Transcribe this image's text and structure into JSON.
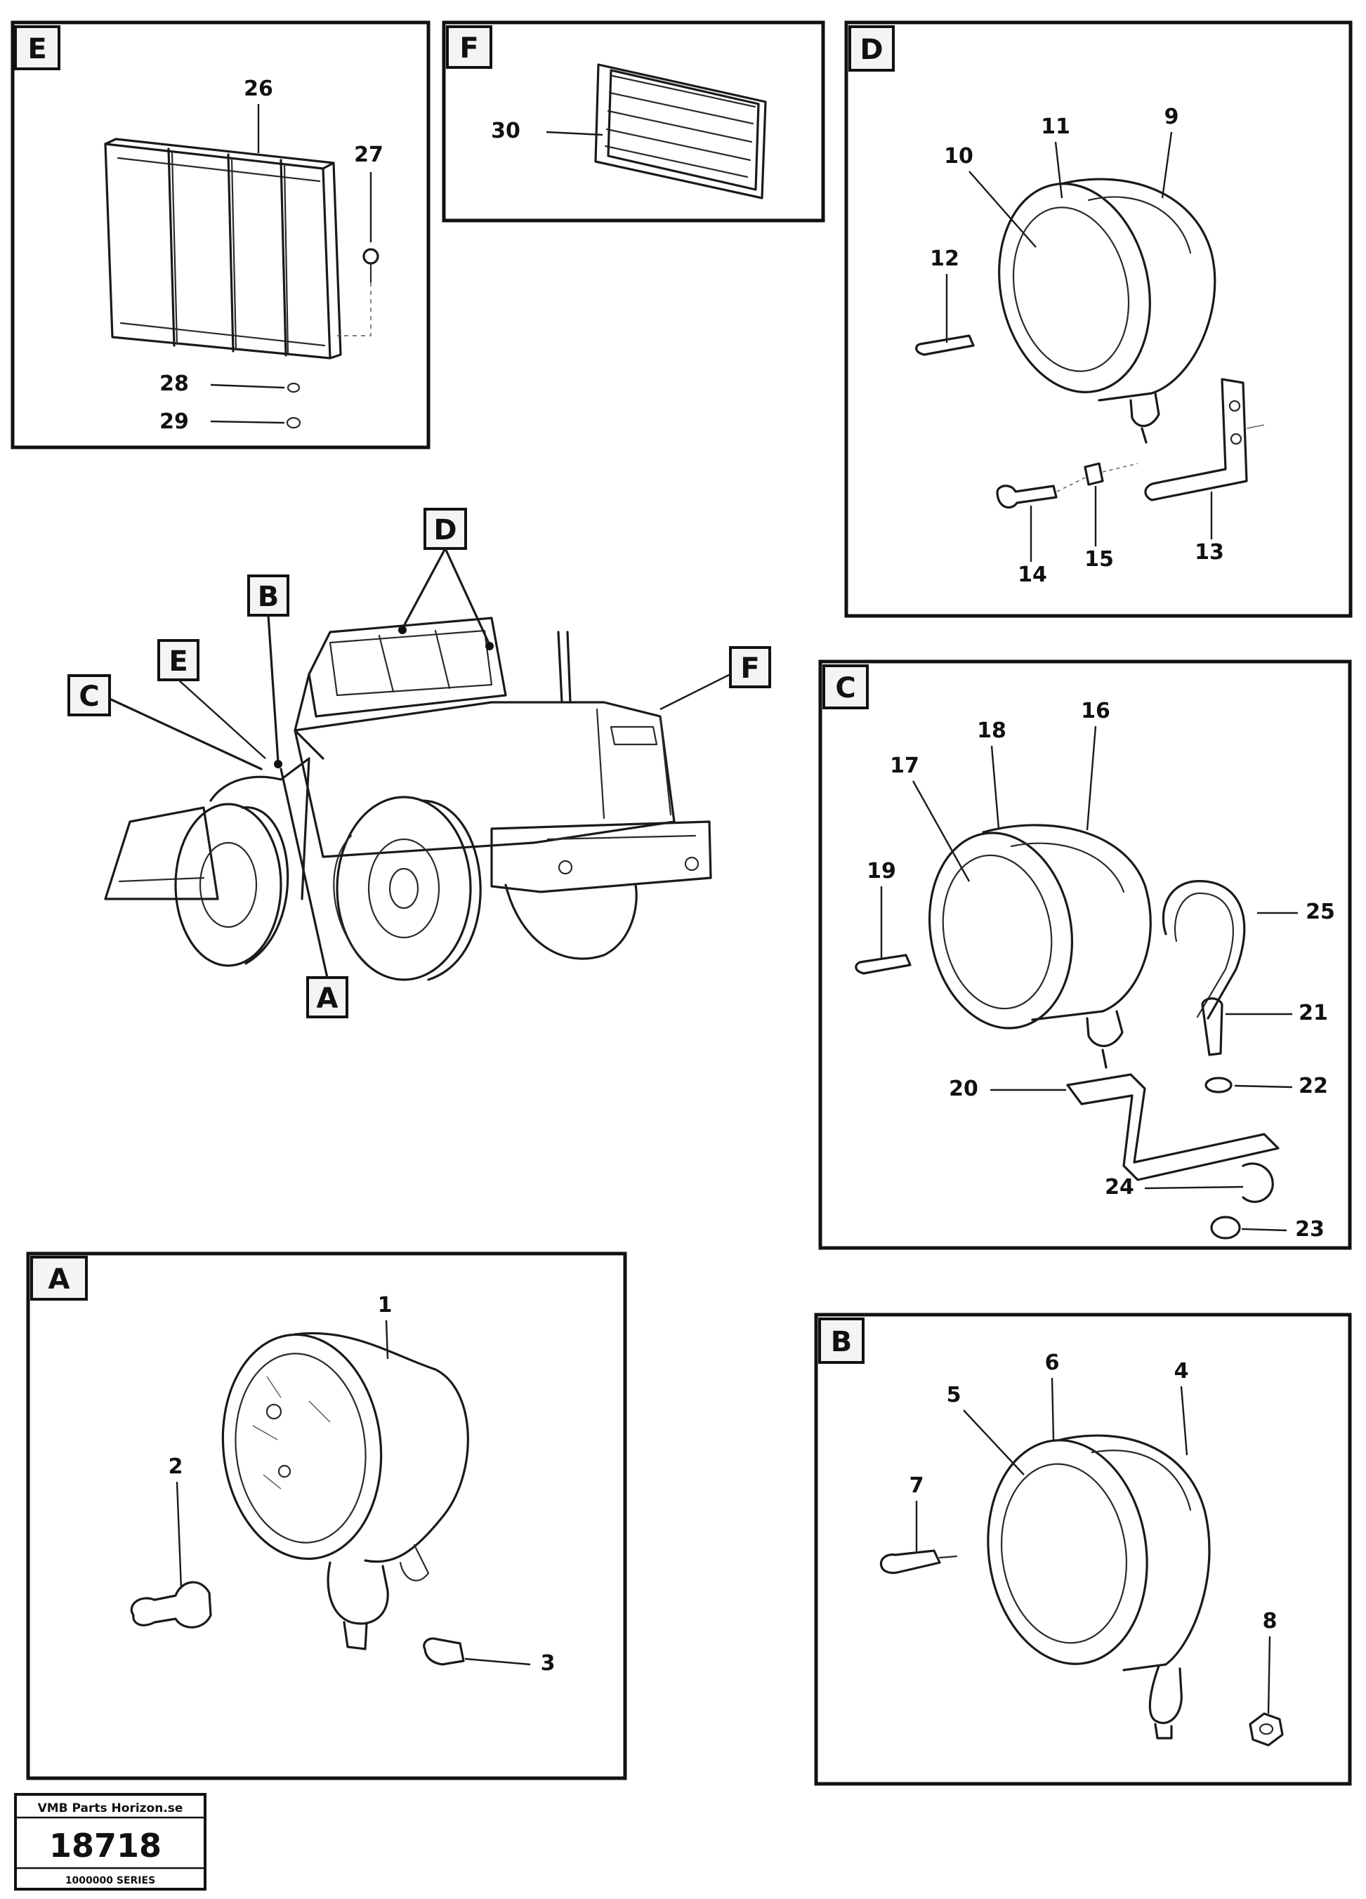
{
  "panels": [
    {
      "id": "E",
      "label": "E"
    },
    {
      "id": "F",
      "label": "F"
    },
    {
      "id": "D",
      "label": "D"
    },
    {
      "id": "C",
      "label": "C"
    },
    {
      "id": "A",
      "label": "A"
    },
    {
      "id": "B",
      "label": "B"
    }
  ],
  "overview_tags": {
    "D": "D",
    "B": "B",
    "E": "E",
    "C": "C",
    "F": "F",
    "A": "A"
  },
  "parts": {
    "p1": "1",
    "p2": "2",
    "p3": "3",
    "p4": "4",
    "p5": "5",
    "p6": "6",
    "p7": "7",
    "p8": "8",
    "p9": "9",
    "p10": "10",
    "p11": "11",
    "p12": "12",
    "p13": "13",
    "p14": "14",
    "p15": "15",
    "p16": "16",
    "p17": "17",
    "p18": "18",
    "p19": "19",
    "p20": "20",
    "p21": "21",
    "p22": "22",
    "p23": "23",
    "p24": "24",
    "p25": "25",
    "p26": "26",
    "p27": "27",
    "p28": "28",
    "p29": "29",
    "p30": "30"
  },
  "reference": {
    "header": "VMB Parts Horizon.se",
    "number": "18718",
    "footer": "1000000 SERIES"
  }
}
